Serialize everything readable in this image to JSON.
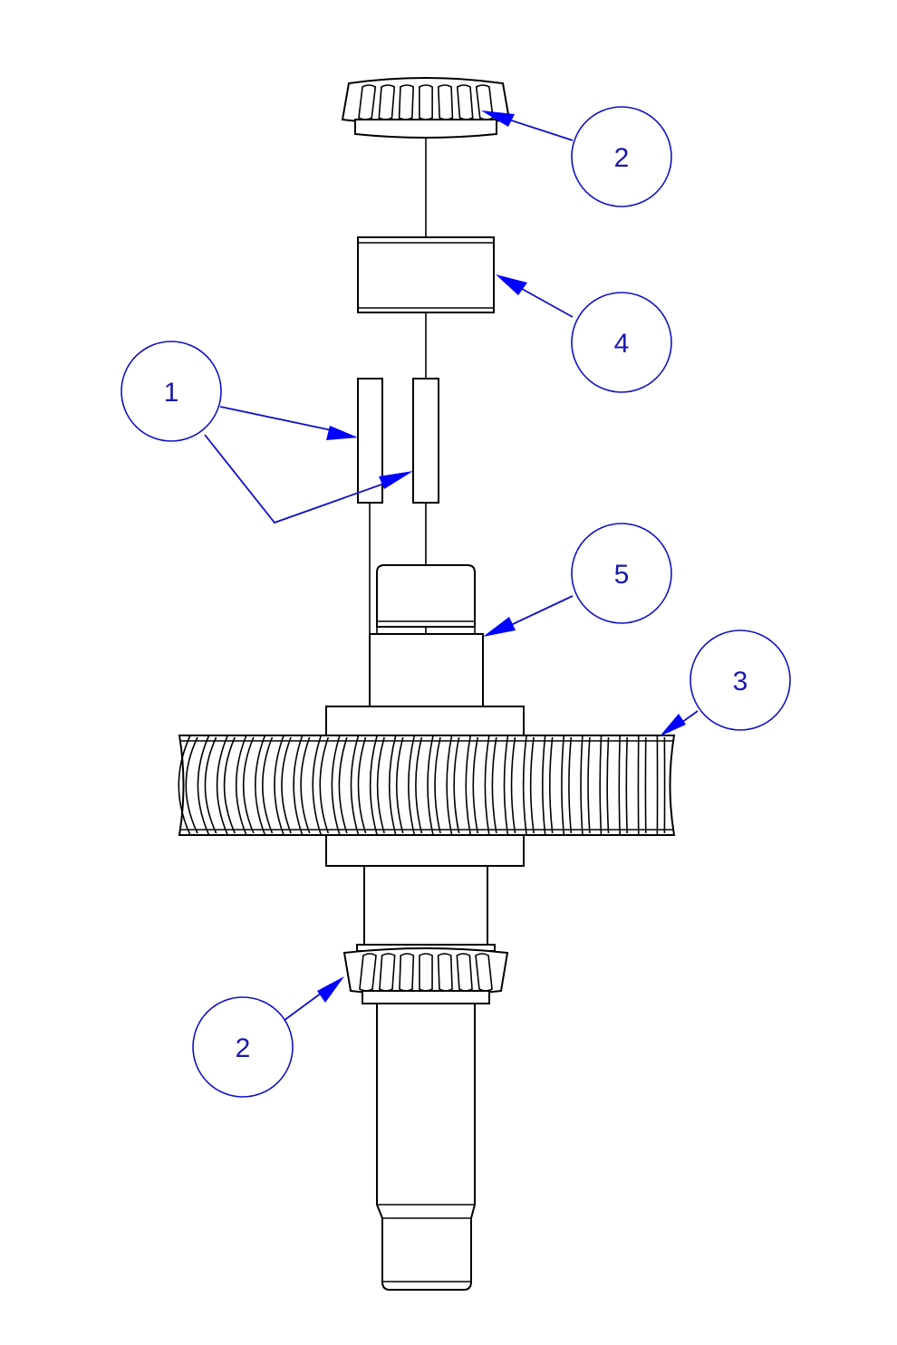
{
  "balloons": [
    {
      "id": "b2-top",
      "label": "2"
    },
    {
      "id": "b4",
      "label": "4"
    },
    {
      "id": "b1",
      "label": "1"
    },
    {
      "id": "b5",
      "label": "5"
    },
    {
      "id": "b3",
      "label": "3"
    },
    {
      "id": "b2-bottom",
      "label": "2"
    }
  ],
  "colors": {
    "balloon": "#1010c8",
    "arrow": "#0000ff",
    "linework": "#000000"
  }
}
